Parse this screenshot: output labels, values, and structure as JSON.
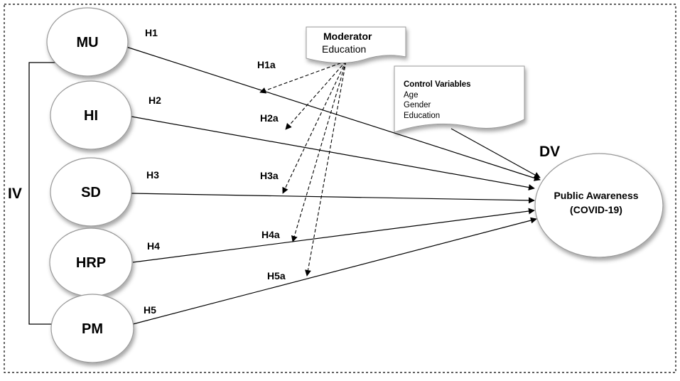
{
  "independent_group_label": "IV",
  "dependent_label": "DV",
  "independent_variables": [
    {
      "id": "mu",
      "label": "MU",
      "hypothesis": "H1"
    },
    {
      "id": "hi",
      "label": "HI",
      "hypothesis": "H2"
    },
    {
      "id": "sd",
      "label": "SD",
      "hypothesis": "H3"
    },
    {
      "id": "hrp",
      "label": "HRP",
      "hypothesis": "H4"
    },
    {
      "id": "pm",
      "label": "PM",
      "hypothesis": "H5"
    }
  ],
  "moderator": {
    "title": "Moderator",
    "variable": "Education"
  },
  "moderation_hypotheses": [
    "H1a",
    "H2a",
    "H3a",
    "H4a",
    "H5a"
  ],
  "control_variables": {
    "title": "Control Variables",
    "items": [
      "Age",
      "Gender",
      "Education"
    ]
  },
  "outcome": {
    "line1": "Public Awareness",
    "line2": "(COVID-19)"
  }
}
